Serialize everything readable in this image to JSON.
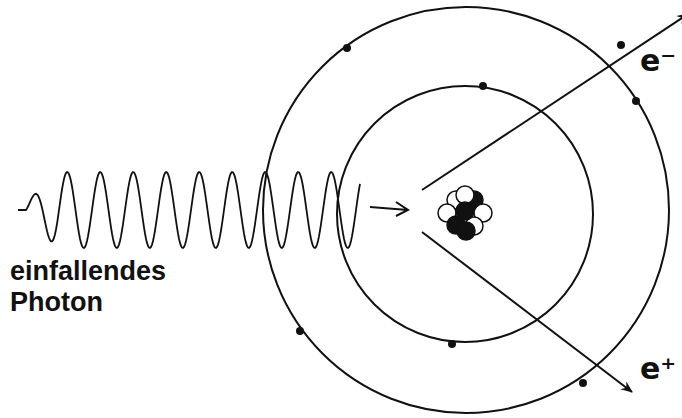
{
  "diagram": {
    "labels": [
      "einfallendes Photon",
      "e⁻",
      "e⁺"
    ]
  }
}
